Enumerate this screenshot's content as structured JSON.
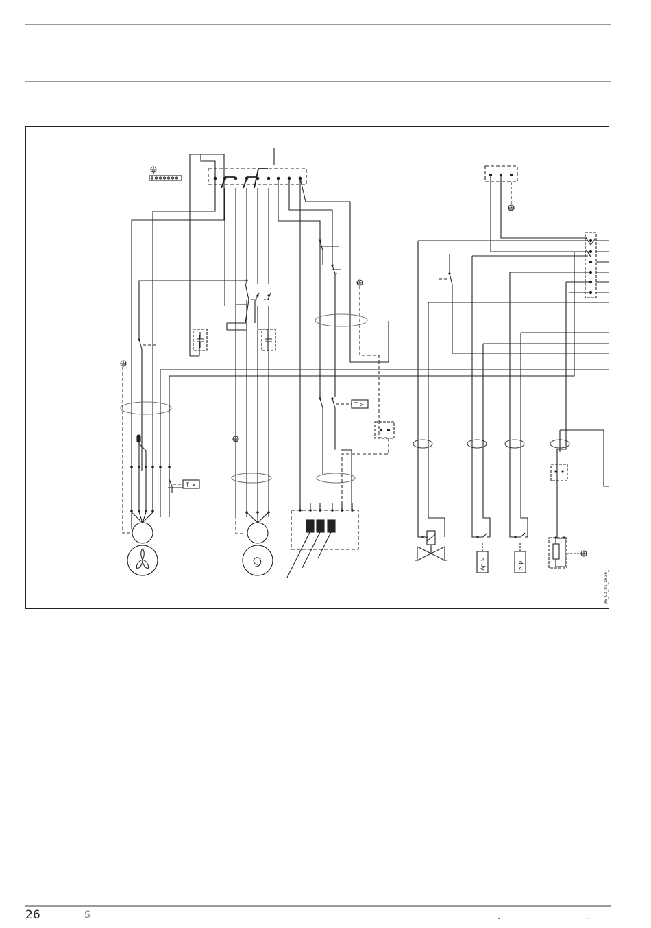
{
  "diagram": {
    "labels": {
      "temp_switch_top": "T >",
      "temp_switch_left": "T >",
      "diff_pressure": "Δp >",
      "pressure": "> p",
      "drawing_id": "26_03_01_1636_"
    }
  },
  "footer": {
    "page_number": "26",
    "left_text": "S",
    "dot_mid": ".",
    "dot_right": "."
  }
}
